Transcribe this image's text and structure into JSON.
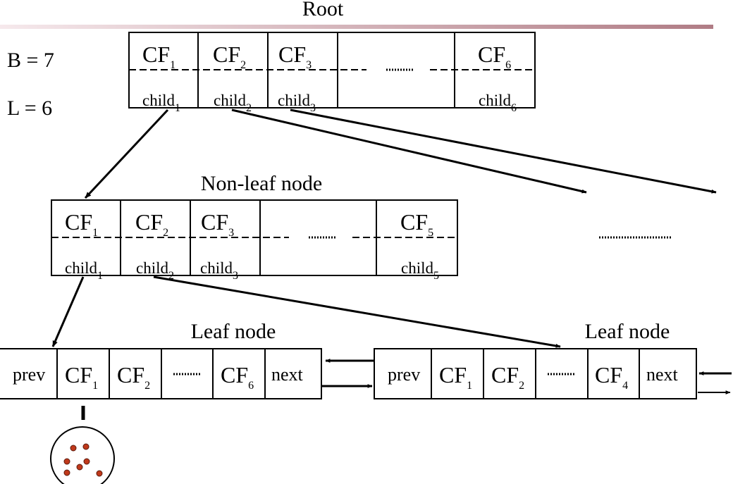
{
  "root": {
    "title": "Root",
    "params": [
      "B = 7",
      "L = 6"
    ],
    "cf": [
      "CF",
      "CF",
      "CF",
      "CF"
    ],
    "cf_subs": [
      "1",
      "2",
      "3",
      "6"
    ],
    "child": [
      "child",
      "child",
      "child",
      "child"
    ],
    "child_subs": [
      "1",
      "2",
      "3",
      "6"
    ]
  },
  "nonleaf": {
    "title": "Non-leaf node",
    "cf": [
      "CF",
      "CF",
      "CF",
      "CF"
    ],
    "cf_subs": [
      "1",
      "2",
      "3",
      "5"
    ],
    "child": [
      "child",
      "child",
      "child",
      "child"
    ],
    "child_subs": [
      "1",
      "2",
      "3",
      "5"
    ]
  },
  "leaf_left": {
    "title": "Leaf node",
    "prev": "prev",
    "next": "next",
    "cf": [
      "CF",
      "CF",
      "CF"
    ],
    "cf_subs": [
      "1",
      "2",
      "6"
    ]
  },
  "leaf_right": {
    "title": "Leaf node",
    "prev": "prev",
    "next": "next",
    "cf": [
      "CF",
      "CF",
      "CF"
    ],
    "cf_subs": [
      "1",
      "2",
      "4"
    ]
  },
  "colors": {
    "gradient_left": "#f6e9ec",
    "gradient_right": "#b07c85",
    "point_fill": "#c0391b"
  }
}
